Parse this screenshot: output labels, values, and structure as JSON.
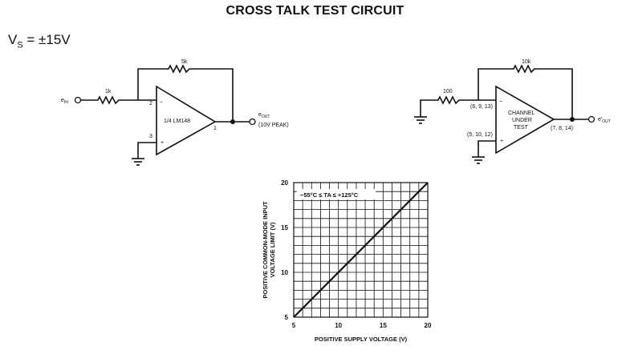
{
  "title": "CROSS TALK TEST CIRCUIT",
  "supply": {
    "prefix": "V",
    "sub": "S",
    "value": " = ±15V"
  },
  "circuit_left": {
    "input_label": "e",
    "input_sub": "IN",
    "r_in": "1k",
    "r_fb": "5k",
    "opamp": "1/4 LM148",
    "pin_inv": "2",
    "pin_noninv": "3",
    "pin_out": "1",
    "inv_sign": "−",
    "noninv_sign": "+",
    "output_label": "e",
    "output_sub": "OUT",
    "output_note": "(10V PEAK)"
  },
  "circuit_right": {
    "r_in": "100",
    "r_fb": "10k",
    "pins_inv": "(6, 9, 13)",
    "pins_noninv": "(5, 10, 12)",
    "pins_out": "(7, 8, 14)",
    "opamp_line1": "CHANNEL",
    "opamp_line2": "UNDER",
    "opamp_line3": "TEST",
    "inv_sign": "−",
    "noninv_sign": "+",
    "output_label": "e'",
    "output_sub": "OUT"
  },
  "chart_data": {
    "type": "line",
    "xlabel": "POSITIVE SUPPLY VOLTAGE (V)",
    "ylabel_line1": "POSITIVE COMMON-MODE INPUT",
    "ylabel_line2": "VOLTAGE LIMIT (V)",
    "annotation": "−55°C ≤ TA ≤ +125°C",
    "xlim": [
      5,
      20
    ],
    "ylim": [
      5,
      20
    ],
    "xticks": [
      "5",
      "10",
      "15",
      "20"
    ],
    "yticks": [
      "5",
      "10",
      "15",
      "20"
    ],
    "grid": true,
    "series": [
      {
        "x": [
          5,
          20
        ],
        "y": [
          5,
          20
        ]
      }
    ]
  }
}
